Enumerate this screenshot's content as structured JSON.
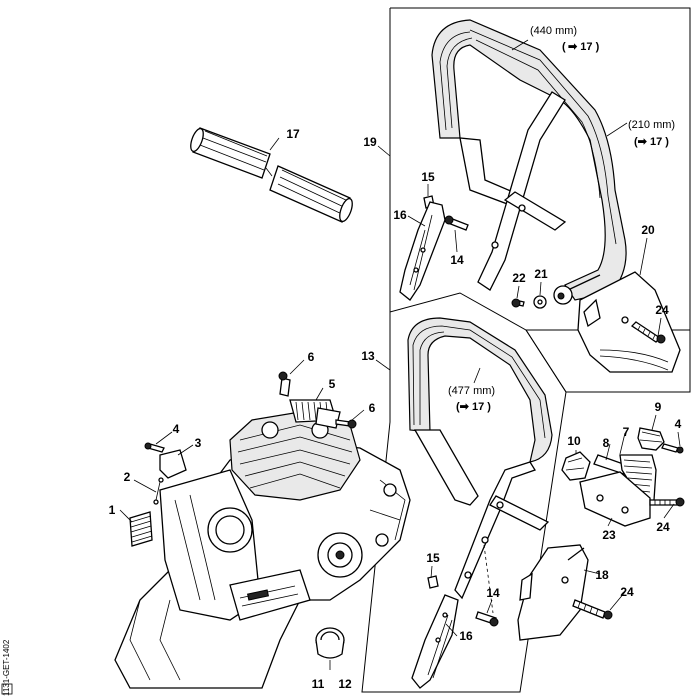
{
  "labels": {
    "p1": "1",
    "p2": "2",
    "p3": "3",
    "p4_left": "4",
    "p4_right": "4",
    "p5": "5",
    "p6_top": "6",
    "p6_right": "6",
    "p7": "7",
    "p8": "8",
    "p9": "9",
    "p10": "10",
    "p11": "11",
    "p12": "12",
    "p13": "13",
    "p14_top": "14",
    "p14_bottom": "14",
    "p15_top": "15",
    "p15_bottom": "15",
    "p16_top": "16",
    "p16_bottom": "16",
    "p17": "17",
    "p18": "18",
    "p19": "19",
    "p20": "20",
    "p21": "21",
    "p22": "22",
    "p23": "23",
    "p24_top": "24",
    "p24_mid": "24",
    "p24_bottom": "24"
  },
  "annotations": {
    "len_440": "(440 mm)",
    "ref_440": "17",
    "len_210": "(210 mm)",
    "ref_210": "17",
    "len_477": "(477 mm)",
    "ref_477": "17",
    "arrow": "➡"
  },
  "drawing_code": "1131-GET-1402"
}
